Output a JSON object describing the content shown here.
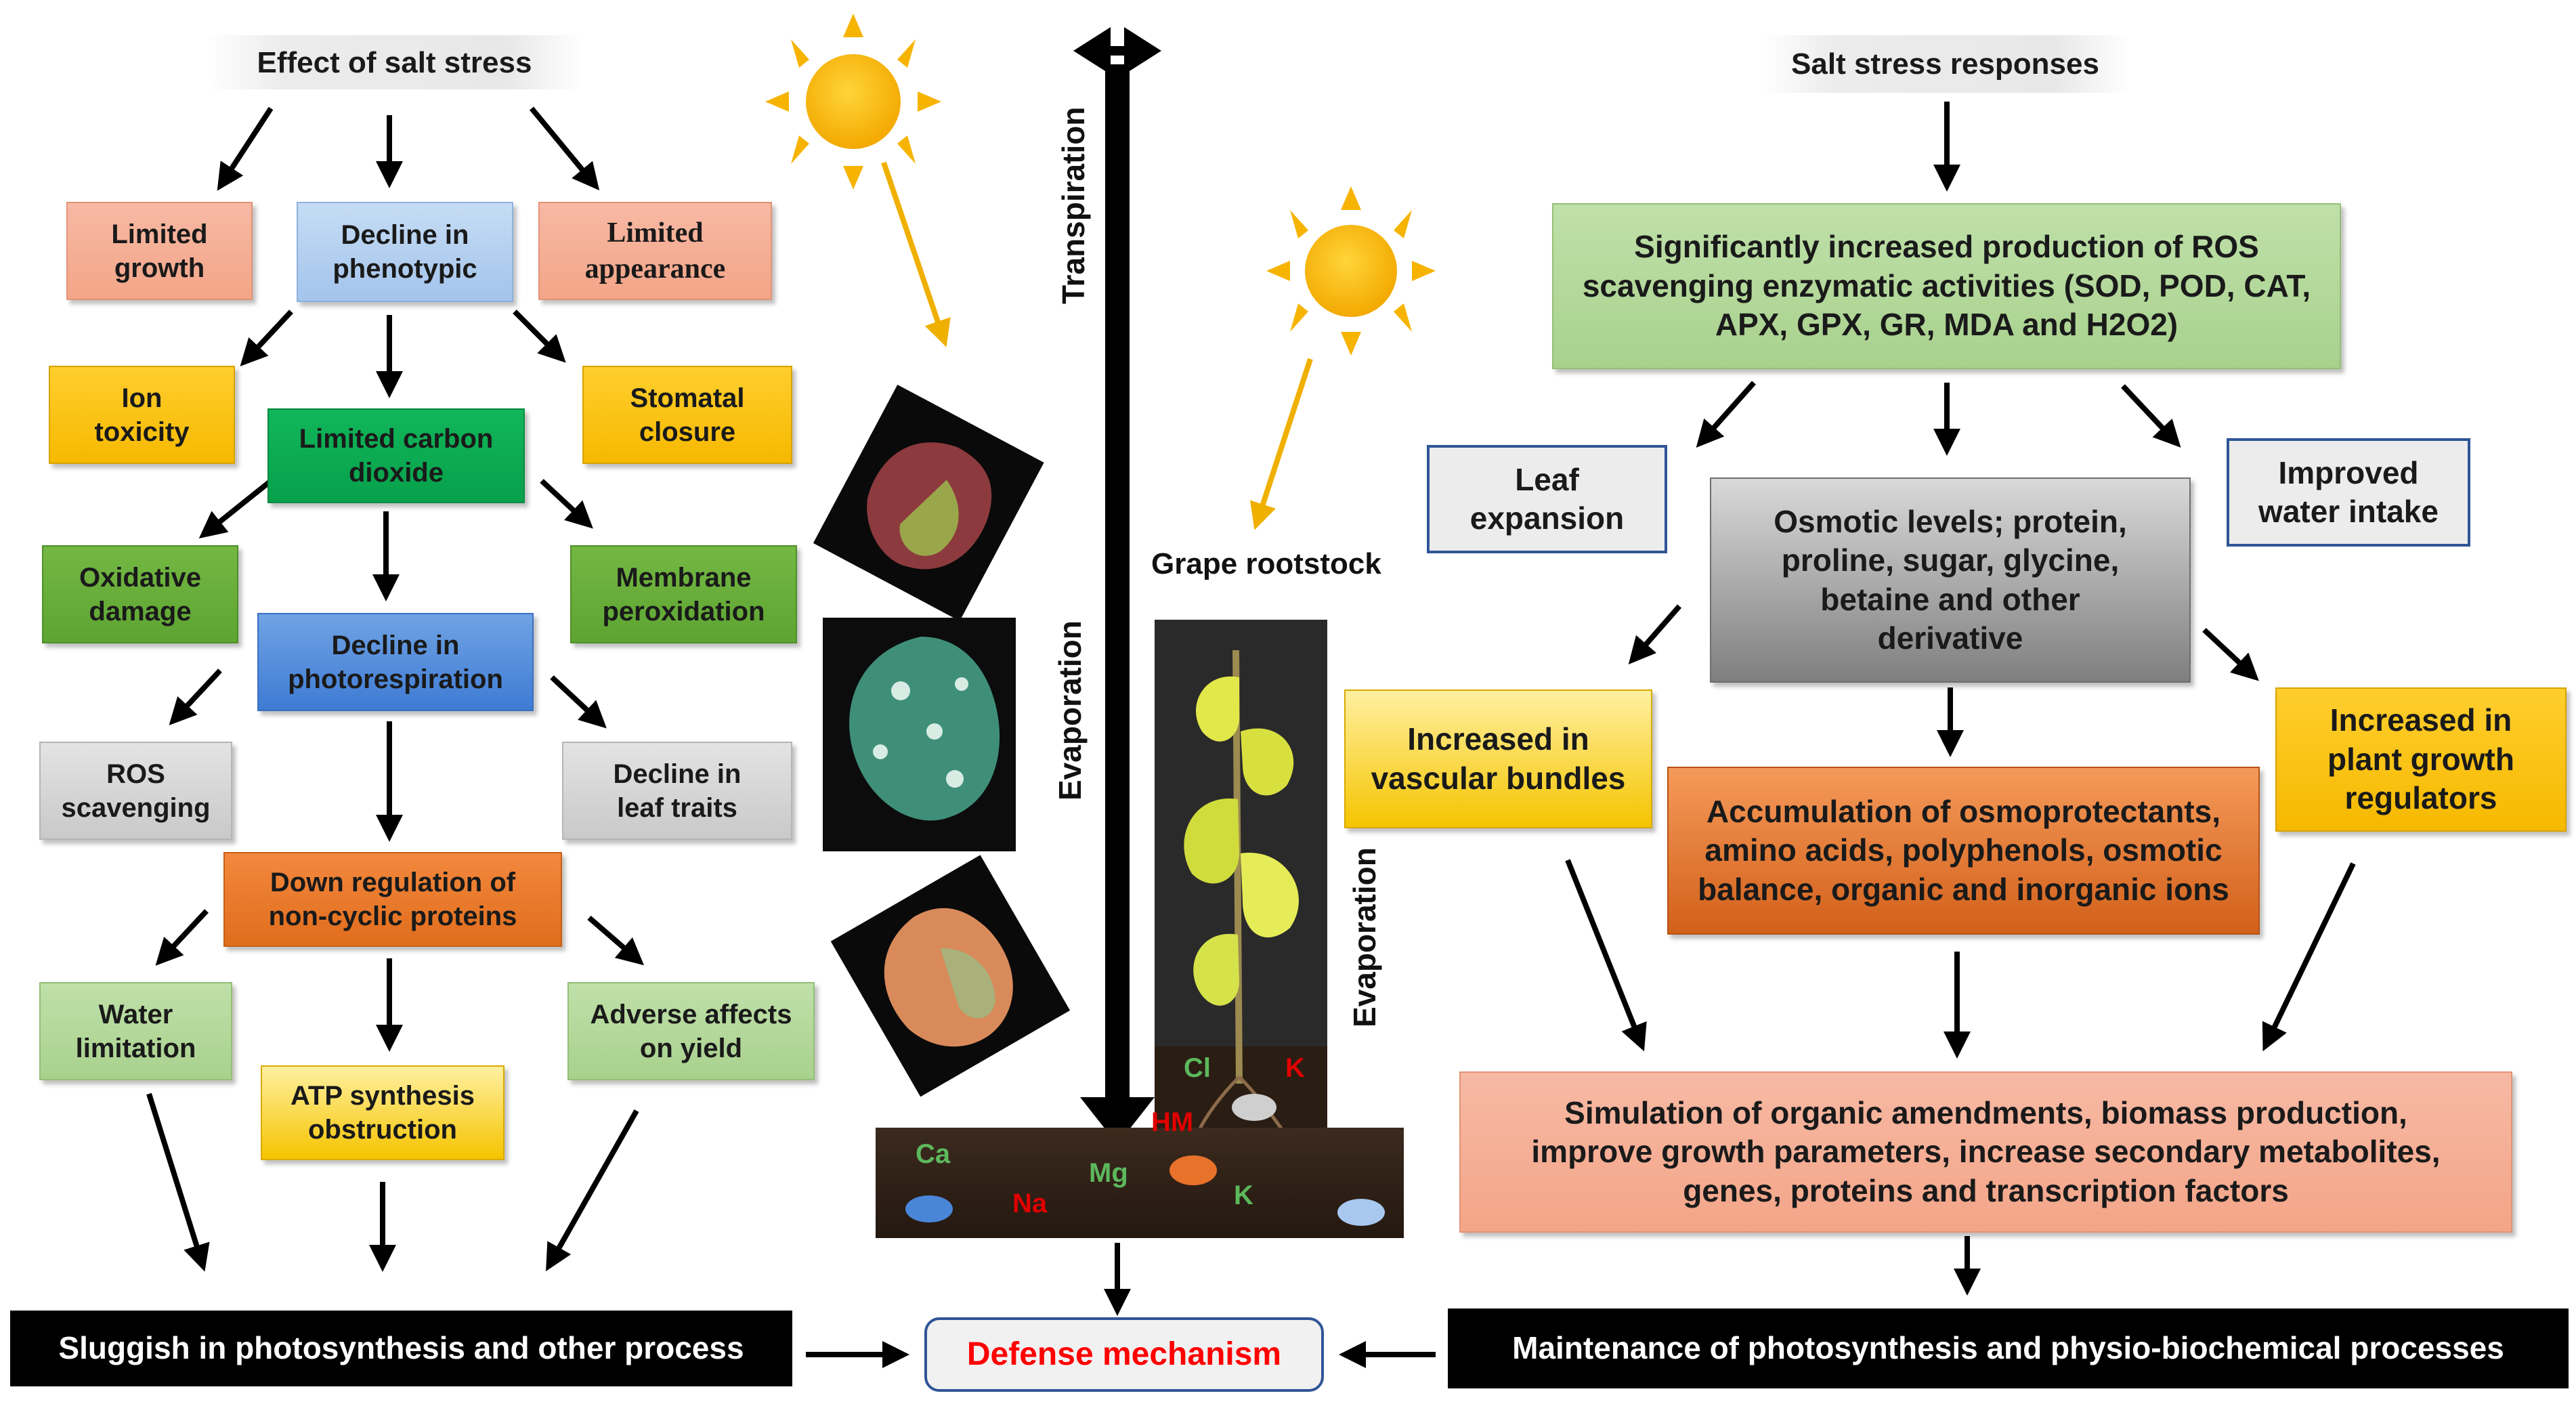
{
  "left": {
    "title": "Effect of salt stress",
    "limited_growth": "Limited\ngrowth",
    "decline_phenotypic": "Decline in\nphenotypic",
    "limited_appearance": "Limited\nappearance",
    "ion_toxicity": "Ion\ntoxicity",
    "limited_co2": "Limited carbon\ndioxide",
    "stomatal_closure": "Stomatal\nclosure",
    "oxidative_damage": "Oxidative\ndamage",
    "decline_photorespiration": "Decline in\nphotorespiration",
    "membrane_peroxidation": "Membrane\nperoxidation",
    "ros_scavenging": "ROS\nscavenging",
    "decline_leaf_traits": "Decline in\nleaf traits",
    "down_regulation": "Down regulation of\nnon-cyclic proteins",
    "water_limitation": "Water\nlimitation",
    "adverse_yield": "Adverse affects\non yield",
    "atp_obstruction": "ATP synthesis\nobstruction",
    "bottom_bar": "Sluggish in photosynthesis and other process"
  },
  "center": {
    "transpiration": "Transpiration",
    "evaporation_left": "Evaporation",
    "evaporation_right": "Evaporation",
    "grape_rootstock": "Grape rootstock",
    "defense": "Defense mechanism",
    "ions": {
      "ca": "Ca",
      "na": "Na",
      "mg": "Mg",
      "k_soil": "K",
      "cl": "Cl",
      "k_root": "K",
      "hm": "HM"
    }
  },
  "right": {
    "title": "Salt stress responses",
    "ros_production": "Significantly increased production of ROS\nscavenging enzymatic activities (SOD, POD, CAT,\nAPX, GPX, GR, MDA and H2O2)",
    "leaf_expansion": "Leaf\nexpansion",
    "osmotic_levels": "Osmotic levels; protein,\nproline, sugar, glycine,\nbetaine and other\nderivative",
    "improved_water": "Improved\nwater intake",
    "vascular_bundles": "Increased in\nvascular bundles",
    "growth_regulators": "Increased in\nplant growth\nregulators",
    "osmoprotectants": "Accumulation of osmoprotectants,\namino acids, polyphenols, osmotic\nbalance, organic and inorganic ions",
    "simulation": "Simulation of organic amendments, biomass production,\nimprove growth parameters, increase secondary metabolites,\ngenes, proteins and transcription factors",
    "bottom_bar": "Maintenance of photosynthesis and physio-biochemical processes"
  },
  "colors": {
    "arrow": "#000000",
    "sun": "#f6b400",
    "sun_arrow": "#f0b000",
    "defense_text": "#ff0000",
    "ion_red": "#e00000",
    "ion_green": "#5cb85c"
  }
}
